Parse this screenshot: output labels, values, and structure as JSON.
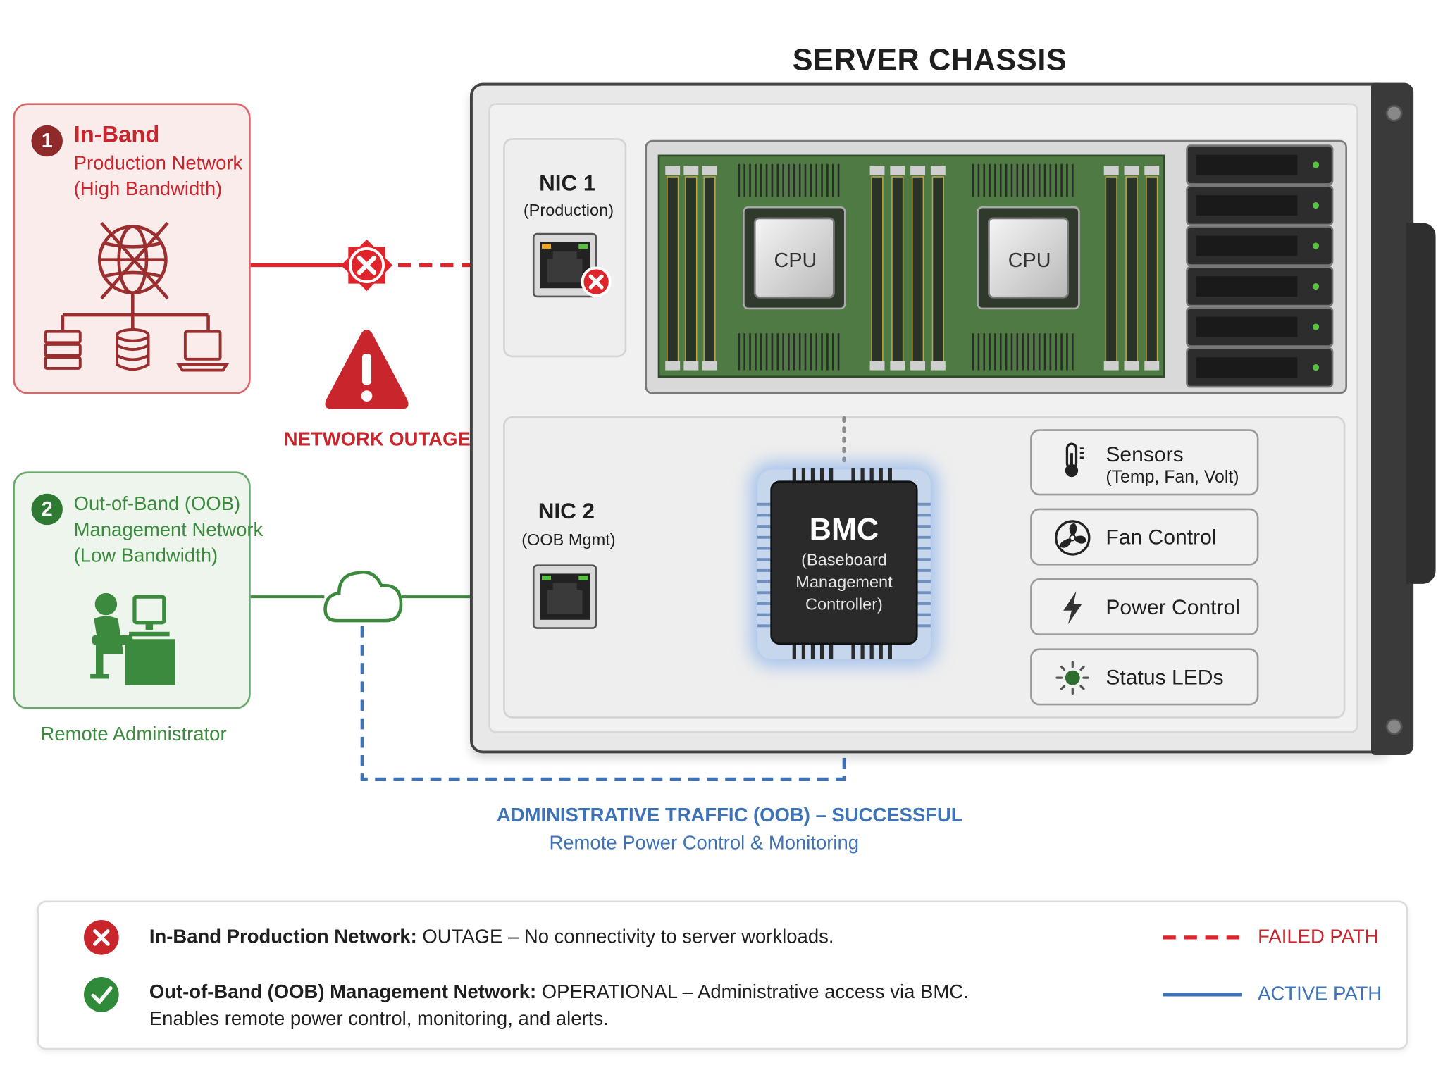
{
  "title": "SERVER CHASSIS",
  "inband": {
    "number": "1",
    "heading": "In-Band",
    "line1": "Production Network",
    "line2": "(High Bandwidth)"
  },
  "outage_label": "NETWORK OUTAGE",
  "oob": {
    "number": "2",
    "heading": "Out-of-Band (OOB)",
    "line1": "Management Network",
    "line2": "(Low Bandwidth)",
    "caption": "Remote Administrator"
  },
  "nic1": {
    "name": "NIC 1",
    "sub": "(Production)"
  },
  "nic2": {
    "name": "NIC 2",
    "sub": "(OOB Mgmt)"
  },
  "cpu_label": "CPU",
  "bmc": {
    "name": "BMC",
    "line1": "(Baseboard",
    "line2": "Management",
    "line3": "Controller)"
  },
  "components": [
    {
      "label": "Sensors",
      "sub": "(Temp, Fan, Volt)",
      "icon": "thermometer-icon"
    },
    {
      "label": "Fan Control",
      "icon": "fan-icon"
    },
    {
      "label": "Power Control",
      "icon": "lightning-icon"
    },
    {
      "label": "Status LEDs",
      "icon": "led-icon"
    }
  ],
  "traffic": {
    "line1": "ADMINISTRATIVE TRAFFIC (OOB) – SUCCESSFUL",
    "line2": "Remote Power Control & Monitoring"
  },
  "legend": {
    "row1_bold": "In-Band Production Network:",
    "row1_text": " OUTAGE – No connectivity to server workloads.",
    "row2_bold": "Out-of-Band (OOB) Management Network:",
    "row2_text": " OPERATIONAL – Administrative access via BMC.",
    "row2_line2": "Enables remote power control, monitoring, and alerts.",
    "failed_label": "FAILED PATH",
    "active_label": "ACTIVE PATH"
  },
  "colors": {
    "failed": "#e0242b",
    "active": "#3e73b8",
    "oob_green": "#3b8a3e",
    "inband_red": "#c9252d"
  }
}
